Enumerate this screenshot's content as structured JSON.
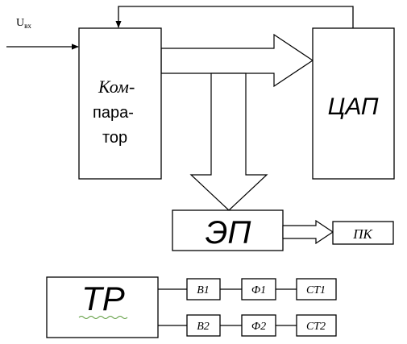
{
  "input": {
    "main": "U",
    "subscript": "вх"
  },
  "comparator": {
    "line1": "Ком-",
    "line2": "пара-",
    "line3": "тор"
  },
  "dac": {
    "label": "ЦАП"
  },
  "ep": {
    "label": "ЭП"
  },
  "pk": {
    "label": "ПК"
  },
  "tr": {
    "label": "ТР"
  },
  "chain1": {
    "b": "В1",
    "f": "Ф1",
    "st": "СТ1"
  },
  "chain2": {
    "b": "В2",
    "f": "Ф2",
    "st": "СТ2"
  },
  "colors": {
    "line": "#000000",
    "background": "#ffffff",
    "squiggle": "#5a9a3a"
  }
}
